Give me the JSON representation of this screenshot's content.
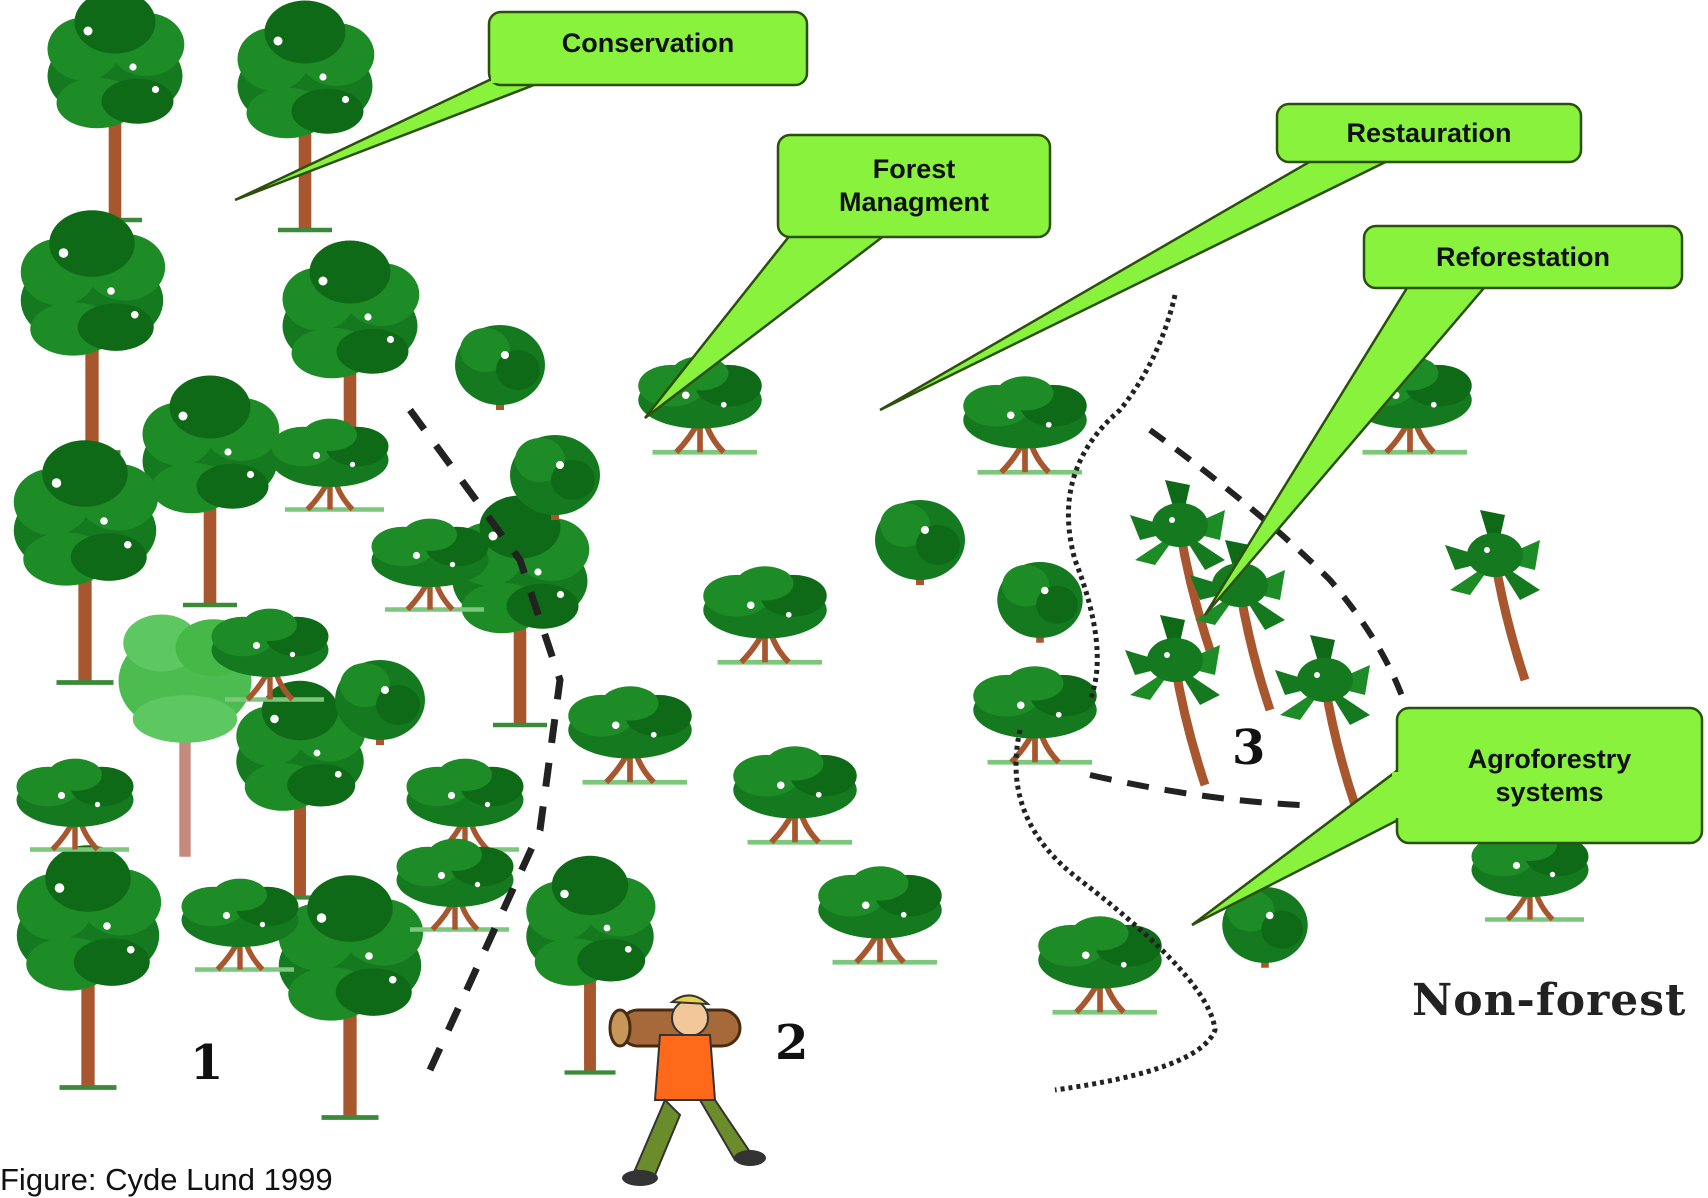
{
  "callouts": {
    "conservation": "Conservation",
    "forest_managment": "Forest\nManagment",
    "restauration": "Restauration",
    "reforestation": "Reforestation",
    "agroforestry": "Agroforestry\nsystems"
  },
  "zones": {
    "zone1": "1",
    "zone2": "2",
    "zone3": "3"
  },
  "non_forest_label": "Non-forest",
  "caption": "Figure: Cyde Lund 1999",
  "colors": {
    "callout_fill": "#88f23c",
    "callout_stroke": "#2d4f0c",
    "tree_dark": "#157a1f",
    "tree_light": "#46b848",
    "trunk": "#a8562e"
  }
}
